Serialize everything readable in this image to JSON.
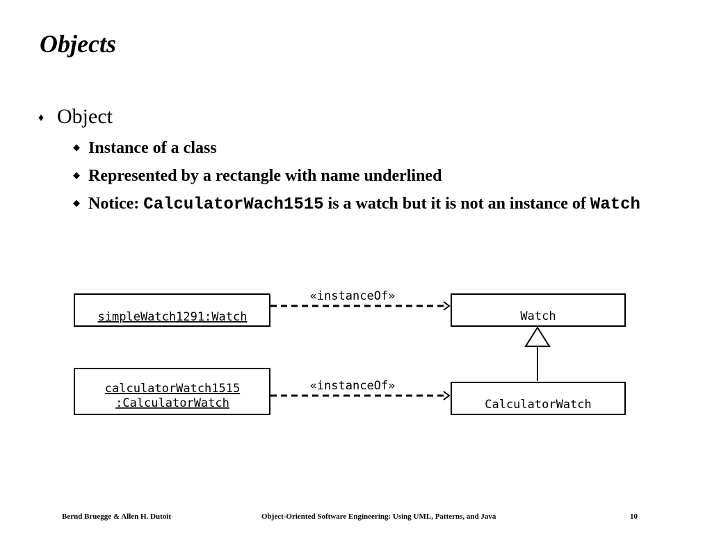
{
  "slide": {
    "title": "Objects",
    "bullet1": {
      "marker": "♦",
      "label": "Object"
    },
    "sub_marker": "◆",
    "sub_bullets": [
      {
        "text": "Instance of a class"
      },
      {
        "text": "Represented by a rectangle with name underlined"
      },
      {
        "text_a": "Notice: ",
        "code_a": "CalculatorWach1515",
        "text_b": " is a watch but it is not an instance of ",
        "code_b": "Watch"
      }
    ]
  },
  "diagram": {
    "objects": [
      {
        "label": "simpleWatch1291:Watch"
      },
      {
        "line1": "calculatorWatch1515",
        "line2": ":CalculatorWatch"
      }
    ],
    "classes": [
      {
        "label": "Watch"
      },
      {
        "label": "CalculatorWatch"
      }
    ],
    "relations": [
      {
        "label": "«instanceOf»"
      },
      {
        "label": "«instanceOf»"
      }
    ]
  },
  "footer": {
    "authors": "Bernd Bruegge & Allen H. Dutoit",
    "book": "Object-Oriented Software Engineering: Using UML, Patterns, and Java",
    "page": "10"
  }
}
